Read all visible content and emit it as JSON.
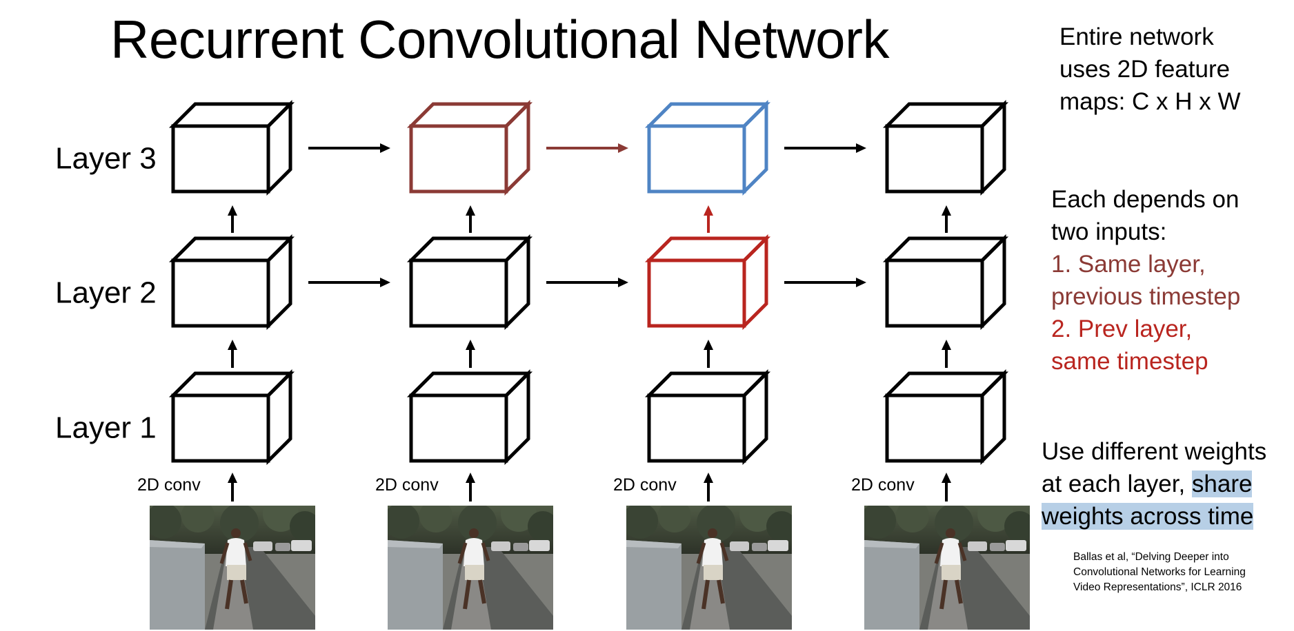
{
  "title": "Recurrent Convolutional Network",
  "layers": [
    "Layer 3",
    "Layer 2",
    "Layer 1"
  ],
  "conv_label": "2D conv",
  "colors": {
    "black": "#000000",
    "prev_timestep": "#8b3a35",
    "prev_layer": "#b9251f",
    "current": "#4f84c4",
    "highlight": "#b7cfe6"
  },
  "notes": {
    "feature_maps": [
      "Entire network",
      "uses 2D feature",
      "maps: C x H x W"
    ],
    "depends": {
      "lines": [
        "Each depends on",
        "two inputs:"
      ],
      "input1": [
        "1. Same layer,",
        "previous timestep"
      ],
      "input2": [
        "2. Prev layer,",
        "same timestep"
      ]
    },
    "weights": {
      "line1": "Use different weights",
      "line2_plain": "at each layer, ",
      "line2_hl": "share",
      "line3_hl": "weights across time"
    }
  },
  "citation": [
    "Ballas et al, “Delving Deeper into",
    "Convolutional Networks for Learning",
    "Video Representations”, ICLR 2016"
  ],
  "frames_icon": "running-man-video-frame"
}
